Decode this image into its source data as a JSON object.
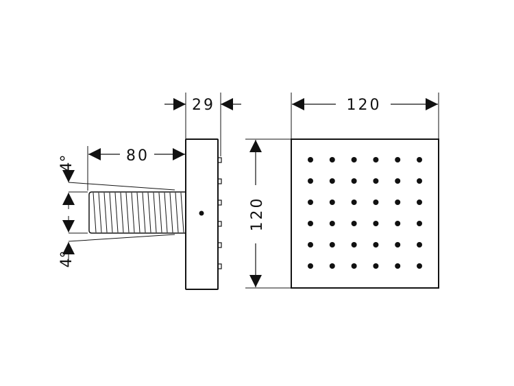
{
  "dimensions": {
    "depth": "29",
    "stem_length": "80",
    "width": "120",
    "height": "120",
    "angle_top": "4°",
    "angle_bottom": "4°"
  },
  "nozzle_grid": {
    "rows": 6,
    "cols": 6
  },
  "colors": {
    "line": "#111111",
    "background": "#ffffff"
  }
}
